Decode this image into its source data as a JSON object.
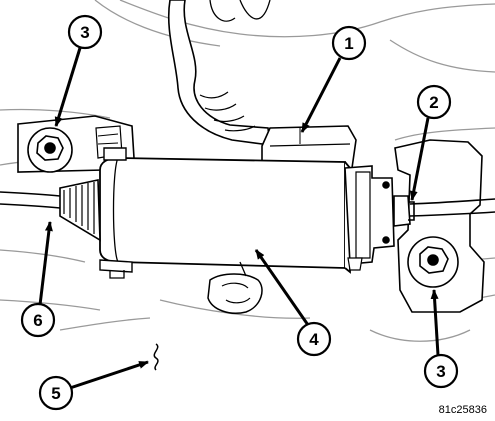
{
  "figure": {
    "id_code": "81c25836",
    "callouts": [
      "1",
      "2",
      "3",
      "3",
      "4",
      "5",
      "6"
    ]
  },
  "parts": {
    "motor_housing": "electric-motor-assembly",
    "connector": "wiring-connector",
    "wire_harness": "wire-harness",
    "mount_nut_left": "mounting-nut",
    "mount_nut_right": "mounting-nut",
    "front_cable": "front-cable",
    "rear_cable": "rear-cable",
    "cable_boot": "rubber-boot",
    "lower_bracket": "mounting-bracket"
  },
  "colors": {
    "line": "#000000",
    "fill": "#ffffff",
    "background_structure": "#9a9a9a"
  }
}
